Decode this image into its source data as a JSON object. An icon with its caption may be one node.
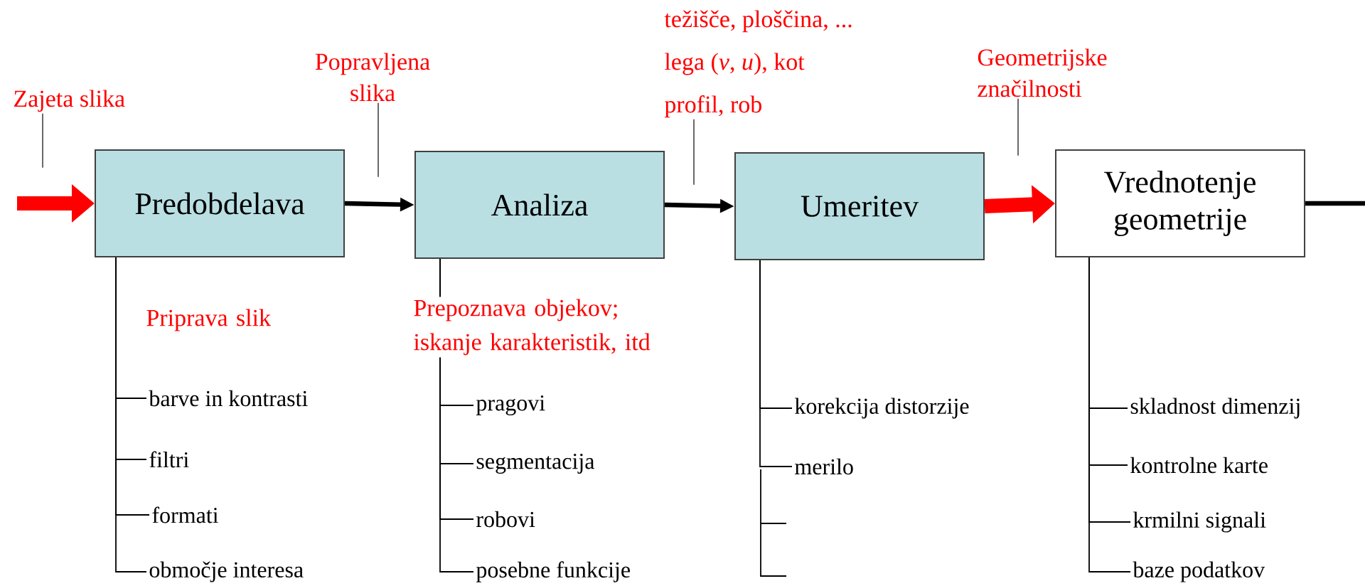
{
  "diagram": {
    "nodes": [
      {
        "text": [
          "Predobdelava"
        ]
      },
      {
        "text": [
          "Analiza"
        ]
      },
      {
        "text": [
          "Umeritev"
        ]
      },
      {
        "text": [
          "Vrednotenje geometrije"
        ]
      },
      {
        "text": [
          "Zajeta slika"
        ]
      },
      {
        "text": [
          "Popravljena slika"
        ]
      },
      {
        "text": [
          "težišče, ploščina, ...",
          "lega (*v*, *u*), kot",
          "profil, rob"
        ]
      },
      {
        "text": [
          "Geometrijske značilnosti"
        ]
      },
      {
        "text": [
          "barve in kontrasti"
        ]
      },
      {
        "text": [
          "filtri"
        ]
      },
      {
        "text": [
          "formati"
        ]
      },
      {
        "text": [
          "območje interesa"
        ]
      },
      {
        "text": [
          "pragovi"
        ]
      },
      {
        "text": [
          "segmentacija"
        ]
      },
      {
        "text": [
          "robovi"
        ]
      },
      {
        "text": [
          "posebne funkcije"
        ]
      },
      {
        "text": [
          "korekcija distorzije"
        ]
      },
      {
        "text": [
          "merilo"
        ]
      },
      {
        "text": [
          "skladnost dimenzij"
        ]
      },
      {
        "text": [
          "kontrolne karte"
        ]
      },
      {
        "text": [
          "krmilni signali"
        ]
      },
      {
        "text": [
          "baze podatkov"
        ]
      }
    ],
    "edges": [
      {
        "from": null,
        "to": 0,
        "arrow": "to",
        "style": "thick",
        "color": "#ff0000"
      },
      {
        "from": 0,
        "to": 1,
        "arrow": "to",
        "style": "thick"
      },
      {
        "from": 1,
        "to": 2,
        "arrow": "to",
        "style": "thick"
      },
      {
        "from": 2,
        "to": 3,
        "arrow": "to",
        "style": "thick",
        "color": "#ff0000"
      },
      {
        "from": 3,
        "to": null,
        "arrow": "none",
        "style": "thick"
      },
      {
        "from": 4,
        "to": null,
        "arrow": "none",
        "color": "#595959"
      },
      {
        "from": 5,
        "to": null,
        "arrow": "none",
        "color": "#595959"
      },
      {
        "from": 6,
        "to": null,
        "arrow": "none",
        "color": "#595959"
      },
      {
        "from": 7,
        "to": null,
        "arrow": "none",
        "color": "#595959"
      },
      {
        "from": 0,
        "to": 8,
        "arrow": "none"
      },
      {
        "from": 0,
        "to": 9,
        "arrow": "none"
      },
      {
        "from": 0,
        "to": 10,
        "arrow": "none"
      },
      {
        "from": 0,
        "to": 11,
        "arrow": "none"
      },
      {
        "from": 1,
        "to": 12,
        "arrow": "none"
      },
      {
        "from": 1,
        "to": 13,
        "arrow": "none"
      },
      {
        "from": 1,
        "to": 14,
        "arrow": "none"
      },
      {
        "from": 1,
        "to": 15,
        "arrow": "none"
      },
      {
        "from": 2,
        "to": 16,
        "arrow": "none"
      },
      {
        "from": 2,
        "to": 17,
        "arrow": "none"
      },
      {
        "from": 3,
        "to": 18,
        "arrow": "none"
      },
      {
        "from": 3,
        "to": 19,
        "arrow": "none"
      },
      {
        "from": 3,
        "to": 20,
        "arrow": "none"
      },
      {
        "from": 3,
        "to": 21,
        "arrow": "none"
      }
    ],
    "labels": [
      "Priprava slik",
      "Prepoznava objekov; iskanje karakteristik, itd"
    ]
  }
}
